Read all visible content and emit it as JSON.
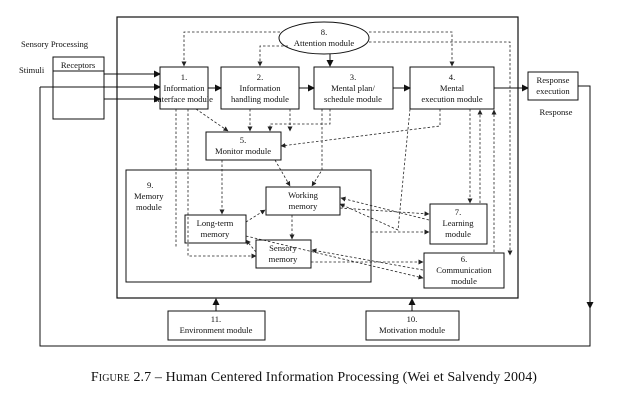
{
  "diagram": {
    "outer_labels": {
      "sensory_processing": "Sensory Processing",
      "stimuli": "Stimuli",
      "receptors": "Receptors",
      "response": "Response"
    },
    "modules": {
      "m1_num": "1.",
      "m1_line1": "Information",
      "m1_line2": "interface module",
      "m2_num": "2.",
      "m2_line1": "Information",
      "m2_line2": "handling module",
      "m3_num": "3.",
      "m3_line1": "Mental plan/",
      "m3_line2": "schedule module",
      "m4_num": "4.",
      "m4_line1": "Mental",
      "m4_line2": "execution module",
      "m5_num": "5.",
      "m5_line1": "Monitor module",
      "m6_num": "6.",
      "m6_line1": "Communication",
      "m6_line2": "module",
      "m7_num": "7.",
      "m7_line1": "Learning",
      "m7_line2": "module",
      "m8_num": "8.",
      "m8_line1": "Attention module",
      "m9_num": "9.",
      "m9_line1": "Memory",
      "m9_line2": "module",
      "m10_num": "10.",
      "m10_line1": "Motivation module",
      "m11_num": "11.",
      "m11_line1": "Environment module",
      "working_line1": "Working",
      "working_line2": "memory",
      "longterm_line1": "Long-term",
      "longterm_line2": "memory",
      "sensory_line1": "Sensory",
      "sensory_line2": "memory",
      "response_exec_line1": "Response",
      "response_exec_line2": "execution"
    }
  },
  "caption": {
    "figure": "Figure 2.7",
    "text": " – Human Centered Information Processing (Wei et Salvendy 2004)"
  }
}
